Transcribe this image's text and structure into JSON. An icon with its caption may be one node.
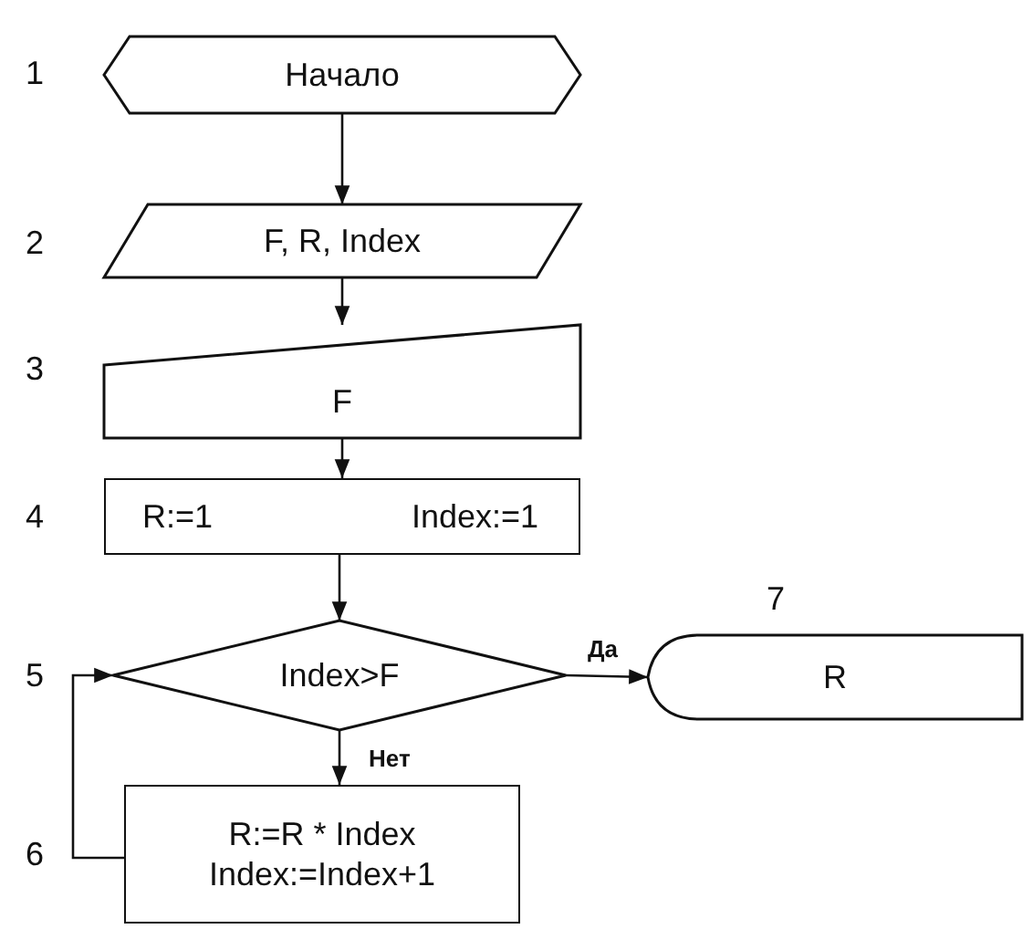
{
  "diagram": {
    "nodes": [
      {
        "text": [
          "Начало"
        ]
      },
      {
        "text": [
          "F, R, Index"
        ]
      },
      {
        "text": [
          "F"
        ]
      },
      {
        "text": [
          "R:=1",
          "Index:=1"
        ]
      },
      {
        "text": [
          "Index>F"
        ]
      },
      {
        "text": [
          "R"
        ]
      },
      {
        "text": [
          "R:=R * Index Index:=Index+1"
        ]
      }
    ],
    "edges": [
      {
        "from": 0,
        "to": 1,
        "arrow": "to"
      },
      {
        "from": 1,
        "to": 2,
        "arrow": "to"
      },
      {
        "from": 2,
        "to": 3,
        "arrow": "to"
      },
      {
        "from": 3,
        "to": 4,
        "arrow": "to"
      },
      {
        "from": 4,
        "to": 5,
        "arrow": "to",
        "label": "Да"
      },
      {
        "from": 4,
        "to": 6,
        "arrow": "to",
        "label": "Нет"
      },
      {
        "from": 6,
        "to": 4,
        "arrow": "to"
      }
    ],
    "labels": [
      "1",
      "2",
      "3",
      "4",
      "7",
      "5",
      "6"
    ]
  }
}
